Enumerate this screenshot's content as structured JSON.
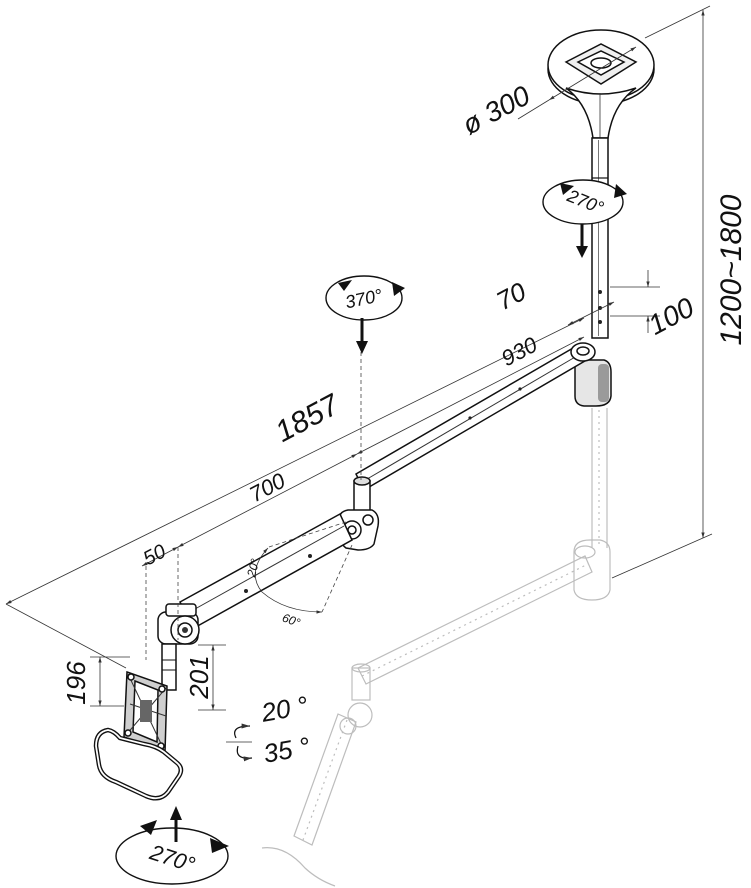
{
  "labels": {
    "diameter": "ø 300",
    "top_rotation": "270°",
    "height_range": "1200~1800",
    "arm_rotation": "370°",
    "offset_70": "70",
    "offset_100": "100",
    "length_930": "930",
    "length_1857": "1857",
    "length_700": "700",
    "offset_50": "50",
    "elbow_tilt_up": "20°",
    "elbow_tilt_down": "60°",
    "height_196": "196",
    "height_201": "201",
    "head_tilt_up": "20 °",
    "head_tilt_down": "35 °",
    "head_rotation": "270°"
  },
  "colors": {
    "line": "#111111",
    "ghost": "#bdbdbd",
    "background": "#ffffff"
  }
}
